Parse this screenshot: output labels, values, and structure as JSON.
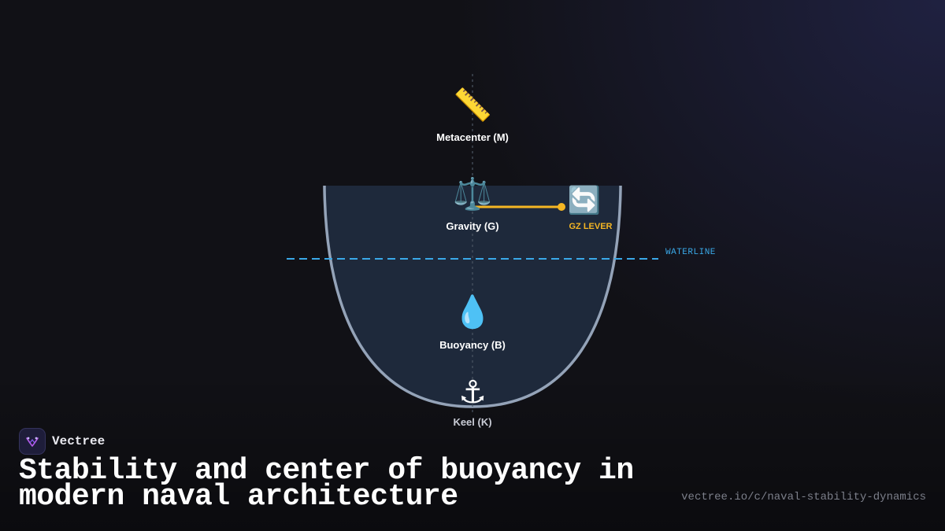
{
  "diagram": {
    "nodes": {
      "metacenter": {
        "label": "Metacenter (M)",
        "icon": "ruler-icon"
      },
      "gravity": {
        "label": "Gravity (G)",
        "icon": "balance-scale-icon"
      },
      "gz_lever": {
        "label": "GZ LEVER",
        "icon": "rotate-arrows-icon"
      },
      "buoyancy": {
        "label": "Buoyancy (B)",
        "icon": "droplet-icon"
      },
      "keel": {
        "label": "Keel (K)",
        "icon": "anchor-icon"
      }
    },
    "waterline_label": "WATERLINE",
    "colors": {
      "hull_fill": "#1e293b",
      "hull_stroke": "#94a3b8",
      "waterline": "#3aa9e8",
      "gz_lever": "#f5b623",
      "axis": "#4b5563"
    }
  },
  "footer": {
    "brand_name": "Vectree",
    "brand_icon": "vectree-logo-icon",
    "title": "Stability and center of buoyancy in modern naval architecture",
    "url": "vectree.io/c/naval-stability-dynamics"
  }
}
